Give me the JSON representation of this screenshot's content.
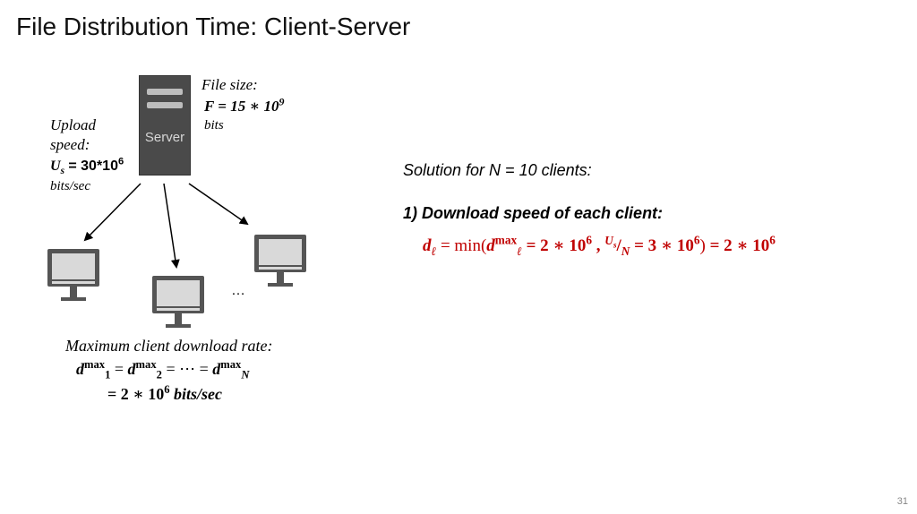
{
  "slide": {
    "title": "File Distribution Time: Client-Server",
    "page_number": "31"
  },
  "diagram": {
    "server_label": "Server",
    "file_size_label": "File size:",
    "file_size_eq": "F = 15 ∗ 10",
    "file_size_exp": "9",
    "file_size_unit": "bits",
    "upload_label_1": "Upload",
    "upload_label_2": "speed:",
    "upload_eq": "U",
    "upload_sub": "s",
    "upload_value": " = 30*10",
    "upload_exp": "6",
    "upload_unit": "bits/sec",
    "ellipsis": "…",
    "max_rate_label": "Maximum client download rate:",
    "max_rate_line1": {
      "d": "d",
      "sup": "max",
      "sub1": "1",
      "sub2": "2",
      "subN": "N",
      "eq": " = ",
      "dots": " = ⋯ = "
    },
    "max_rate_line2": "= 2 ∗ 10",
    "max_rate_line2_exp": "6",
    "max_rate_line2_unit": " bits/sec"
  },
  "solution": {
    "heading": "Solution for N = 10 clients:",
    "step1": "1) Download speed of each client:",
    "formula": {
      "lhs": "d",
      "lhs_sub": "ℓ",
      "eq_min": " = min(",
      "d": "d",
      "d_sup": "max",
      "d_sub": "ℓ",
      "part1": " = 2 ∗ 10",
      "part1_exp": "6",
      "comma": " , ",
      "us": "U",
      "us_sub": "s",
      "slash": "/",
      "n": "N",
      "part2": " = 3 ∗ 10",
      "part2_exp": "6",
      "close": ")",
      "part3": " = 2 ∗ 10",
      "part3_exp": "6"
    }
  },
  "colors": {
    "accent_red": "#c00000",
    "server_body": "#4a4a4a",
    "monitor_stroke": "#555555",
    "monitor_fill": "#d9d9d9"
  },
  "icons": [
    "server-icon",
    "monitor-icon",
    "arrow-icon"
  ]
}
